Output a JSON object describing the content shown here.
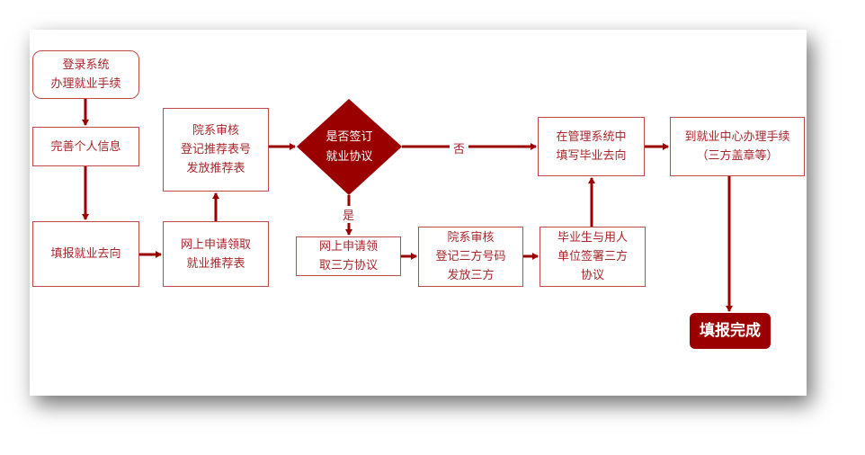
{
  "colors": {
    "border": "#c0484a",
    "text": "#a8262a",
    "accent": "#9b0000"
  },
  "nodes": {
    "start": [
      "登录系统",
      "办理就业手续"
    ],
    "info": [
      "完善个人信息"
    ],
    "fill": [
      "填报就业去向"
    ],
    "apply_rec": [
      "网上申请领取",
      "就业推荐表"
    ],
    "review_rec": [
      "院系审核",
      "登记推荐表号",
      "发放推荐表"
    ],
    "decision": [
      "是否签订",
      "就业协议"
    ],
    "apply_tri": [
      "网上申请领",
      "取三方协议"
    ],
    "review_tri": [
      "院系审核",
      "登记三方号码",
      "发放三方"
    ],
    "sign": [
      "毕业生与用人",
      "单位签署三方",
      "协议"
    ],
    "mgmt": [
      "在管理系统中",
      "填写毕业去向"
    ],
    "center": [
      "到就业中心办理手续",
      "（三方盖章等）"
    ],
    "done": "填报完成"
  },
  "labels": {
    "no": "否",
    "yes": "是"
  }
}
